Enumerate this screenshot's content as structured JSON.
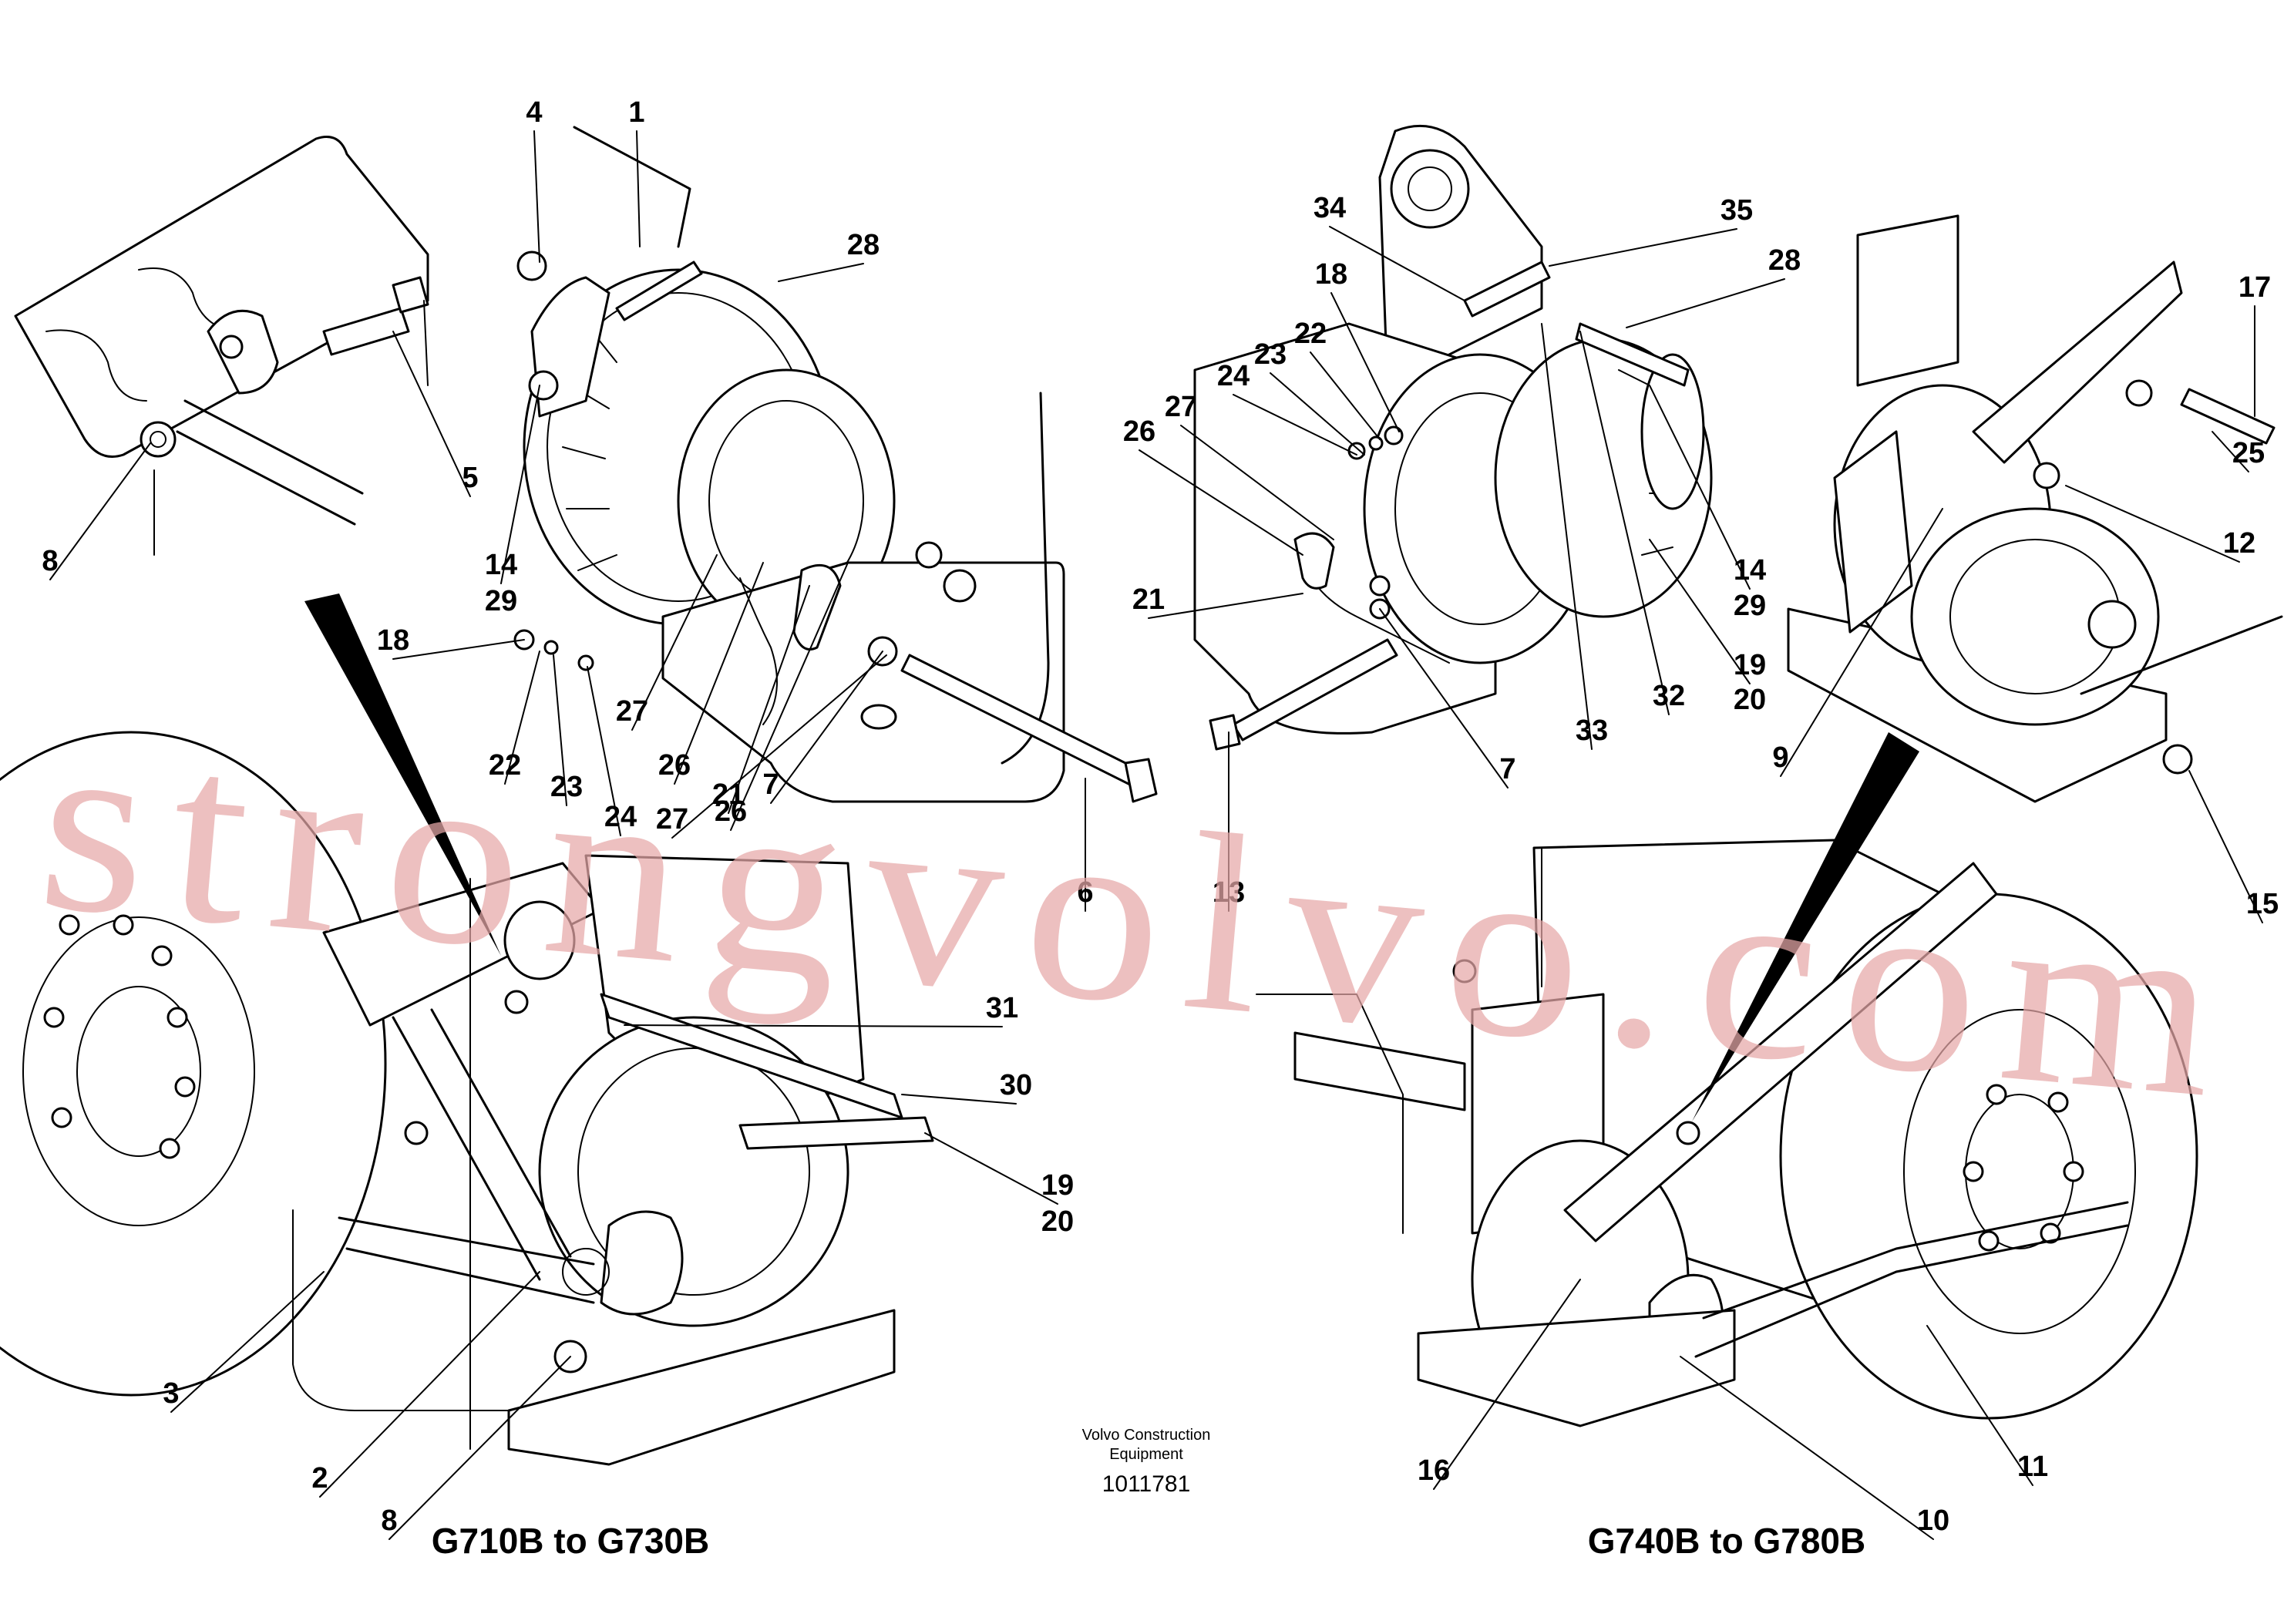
{
  "captions": {
    "left": "G710B to G730B",
    "right": "G740B to G780B"
  },
  "stamp": {
    "line1": "Volvo Construction",
    "line2": "Equipment",
    "number": "1011781"
  },
  "watermark": "strongvolvo.com",
  "callouts": [
    {
      "label": "4"
    },
    {
      "label": "1"
    },
    {
      "label": "28"
    },
    {
      "label": "5"
    },
    {
      "label": "8"
    },
    {
      "label": "14"
    },
    {
      "label": "29"
    },
    {
      "label": "27"
    },
    {
      "label": "26"
    },
    {
      "label": "18"
    },
    {
      "label": "22"
    },
    {
      "label": "23"
    },
    {
      "label": "24"
    },
    {
      "label": "27"
    },
    {
      "label": "26"
    },
    {
      "label": "21"
    },
    {
      "label": "7"
    },
    {
      "label": "6"
    },
    {
      "label": "34"
    },
    {
      "label": "35"
    },
    {
      "label": "18"
    },
    {
      "label": "28"
    },
    {
      "label": "22"
    },
    {
      "label": "23"
    },
    {
      "label": "24"
    },
    {
      "label": "27"
    },
    {
      "label": "26"
    },
    {
      "label": "21"
    },
    {
      "label": "14"
    },
    {
      "label": "29"
    },
    {
      "label": "19"
    },
    {
      "label": "20"
    },
    {
      "label": "32"
    },
    {
      "label": "33"
    },
    {
      "label": "7"
    },
    {
      "label": "13"
    },
    {
      "label": "17"
    },
    {
      "label": "25"
    },
    {
      "label": "12"
    },
    {
      "label": "9"
    },
    {
      "label": "15"
    },
    {
      "label": "31"
    },
    {
      "label": "30"
    },
    {
      "label": "19"
    },
    {
      "label": "20"
    },
    {
      "label": "3"
    },
    {
      "label": "2"
    },
    {
      "label": "8"
    },
    {
      "label": "16"
    },
    {
      "label": "10"
    },
    {
      "label": "11"
    }
  ],
  "colors": {
    "ink": "#000000",
    "watermark": "#e6a8a8",
    "background": "#ffffff"
  }
}
